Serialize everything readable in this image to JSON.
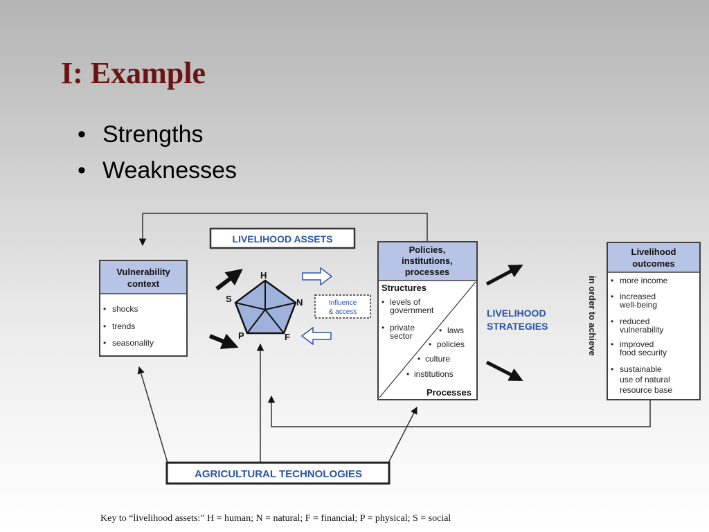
{
  "slide": {
    "title": "I: Example",
    "bullets": [
      "Strengths",
      "Weaknesses"
    ]
  },
  "diagram": {
    "livelihood_assets_label": "LIVELIHOOD ASSETS",
    "vulnerability": {
      "title_line1": "Vulnerability",
      "title_line2": "context",
      "items": [
        "shocks",
        "trends",
        "seasonality"
      ]
    },
    "pentagon": {
      "h": "H",
      "n": "N",
      "f": "F",
      "p": "P",
      "s": "S"
    },
    "influence": {
      "line1": "Influence",
      "line2": "& access"
    },
    "policies": {
      "title_line1": "Policies,",
      "title_line2": "institutions,",
      "title_line3": "processes",
      "structures_label": "Structures",
      "levels_line1": "levels of",
      "levels_line2": "government",
      "private_line1": "private",
      "private_line2": "sector",
      "laws": "laws",
      "policies": "policies",
      "culture": "culture",
      "institutions": "institutions",
      "processes_label": "Processes"
    },
    "strategies": {
      "line1": "LIVELIHOOD",
      "line2": "STRATEGIES"
    },
    "in_order_to_achieve": "in order to achieve",
    "outcomes": {
      "title_line1": "Livelihood",
      "title_line2": "outcomes",
      "more_income": "more income",
      "wellbeing_line1": "increased",
      "wellbeing_line2": "well-being",
      "vulnerability_line1": "reduced",
      "vulnerability_line2": "vulnerability",
      "food_line1": "improved",
      "food_line2": "food security",
      "sustainable_line1": "sustainable",
      "sustainable_line2": "use of natural",
      "sustainable_line3": "resource base"
    },
    "agricultural_technologies_label": "AGRICULTURAL TECHNOLOGIES",
    "key_text": "Key to “livelihood assets:”  H = human; N = natural; F = financial; P = physical;  S = social",
    "colors": {
      "title": "#6b1414",
      "header_fill": "#b7c4e6",
      "label_blue": "#2b53a8",
      "pentagon_fill": "#9fb2db"
    }
  }
}
